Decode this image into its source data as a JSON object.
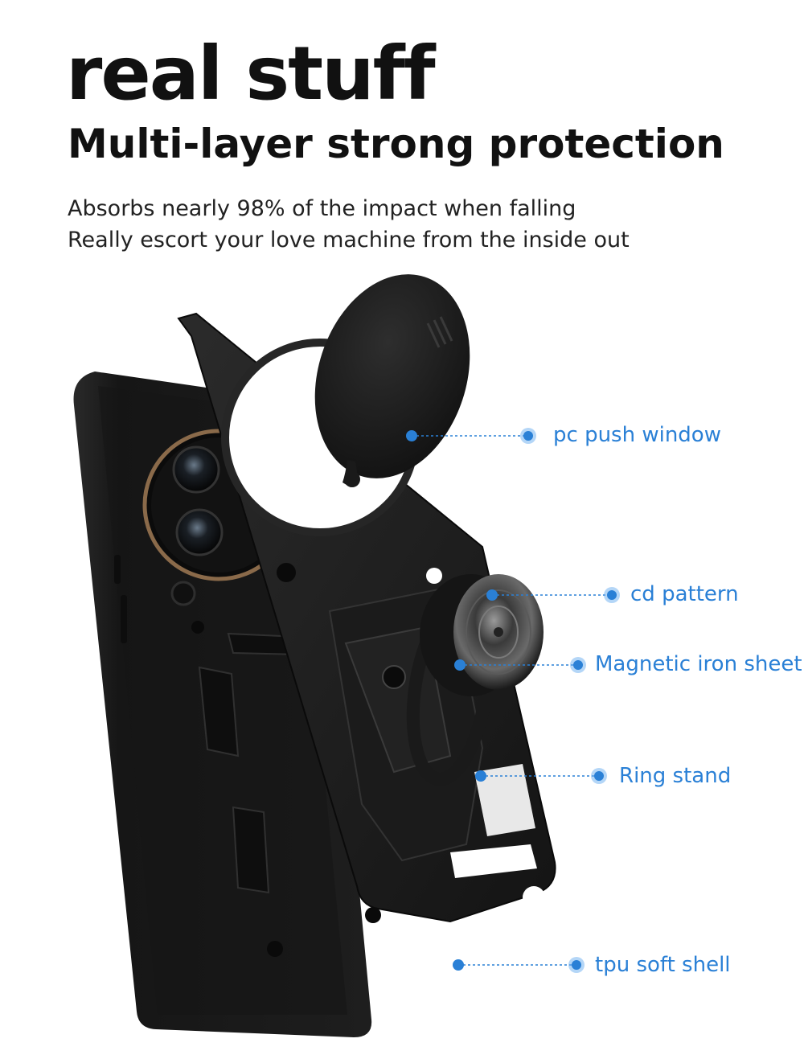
{
  "headline": "real stuff",
  "subheadline": "Multi-layer strong protection",
  "description": [
    "Absorbs nearly 98% of the impact when falling",
    "Really escort your love machine from the inside out"
  ],
  "callouts": [
    {
      "label": "pc push window"
    },
    {
      "label": "cd pattern"
    },
    {
      "label": "Magnetic iron sheet"
    },
    {
      "label": "Ring stand"
    },
    {
      "label": "tpu soft shell"
    }
  ],
  "colors": {
    "accent": "#2a80d6",
    "text": "#111111",
    "product": "#1a1a1a"
  }
}
